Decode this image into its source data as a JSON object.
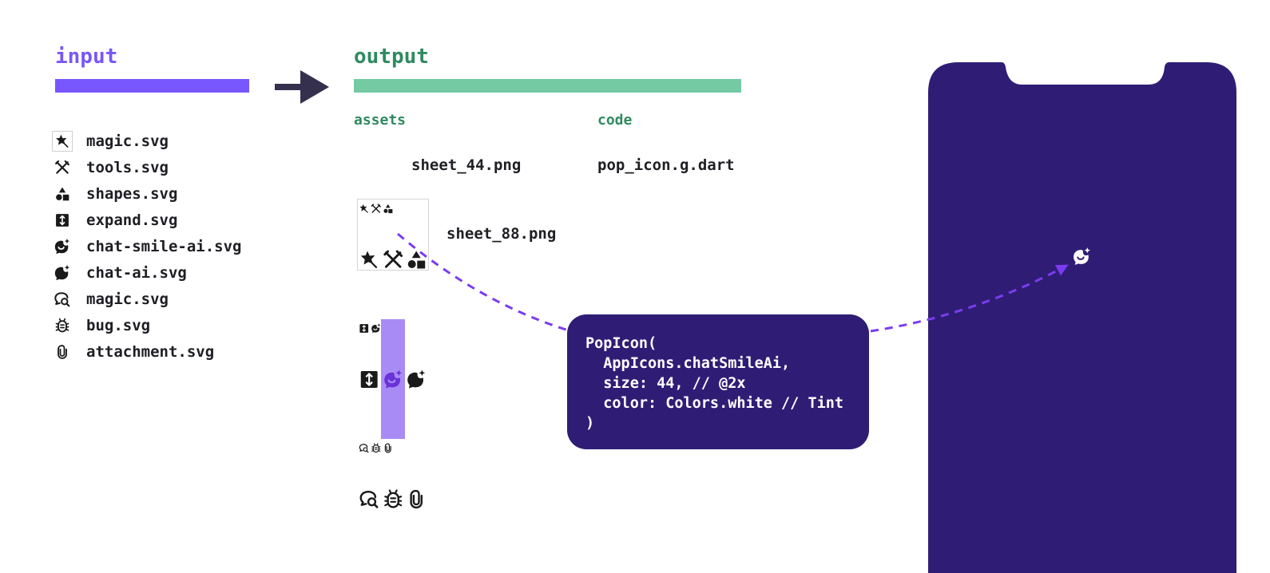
{
  "input": {
    "title": "input",
    "color": "#7957ff",
    "files": [
      {
        "icon": "magic-icon",
        "label": "magic.svg"
      },
      {
        "icon": "tools-icon",
        "label": "tools.svg"
      },
      {
        "icon": "shapes-icon",
        "label": "shapes.svg"
      },
      {
        "icon": "expand-icon",
        "label": "expand.svg"
      },
      {
        "icon": "chat-smile-ai-icon",
        "label": "chat-smile-ai.svg"
      },
      {
        "icon": "chat-ai-icon",
        "label": "chat-ai.svg"
      },
      {
        "icon": "search-chat-icon",
        "label": "magic.svg"
      },
      {
        "icon": "bug-icon",
        "label": "bug.svg"
      },
      {
        "icon": "attachment-icon",
        "label": "attachment.svg"
      }
    ]
  },
  "flow_arrow": {
    "icon": "arrow-right-icon",
    "color": "#35304d"
  },
  "output": {
    "title": "output",
    "color": "#74caa3",
    "assets_label": "assets",
    "code_label": "code",
    "sheets": [
      {
        "label": "sheet_44.png",
        "highlighted_index": null
      },
      {
        "label": "sheet_88.png",
        "highlighted_index": 4
      }
    ],
    "code_file": "pop_icon.g.dart"
  },
  "code_snippet": {
    "lines": [
      "PopIcon(",
      "  AppIcons.chatSmileAi,",
      "  size: 44, // @2x",
      "  color: Colors.white // Tint",
      ")"
    ],
    "background": "#2f1d75"
  },
  "phone": {
    "background": "#2f1d75",
    "icon": "chat-smile-ai-icon",
    "icon_color": "#ffffff"
  },
  "connector_color": "#7b3cf0"
}
